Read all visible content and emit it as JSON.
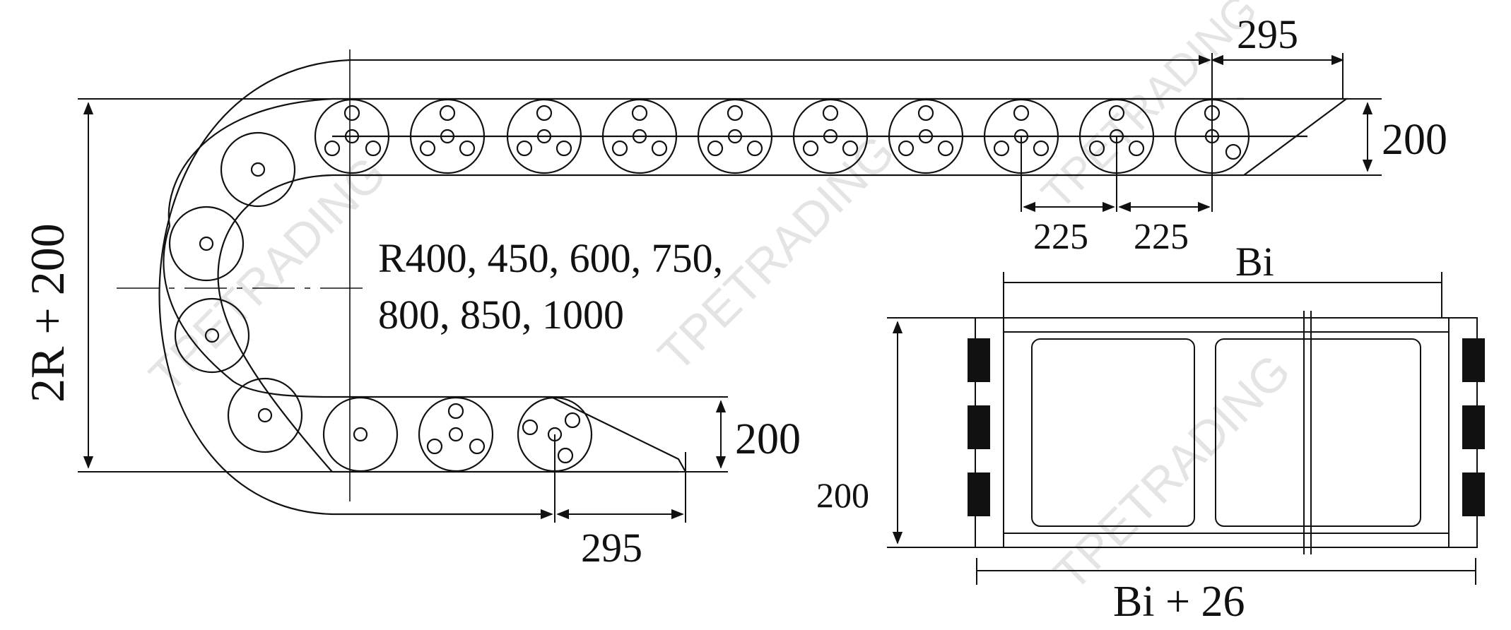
{
  "drawing": {
    "dim_top_length": "295",
    "dim_top_height": "200",
    "dim_pitch_1": "225",
    "dim_pitch_2": "225",
    "dim_total_height": "2R + 200",
    "radius_options_line1": "R400, 450, 600, 750,",
    "radius_options_line2": "800, 850, 1000",
    "dim_bottom_height": "200",
    "dim_bottom_length": "295",
    "section_inner_width": "Bi",
    "section_height": "200",
    "section_outer_width": "Bi + 26"
  },
  "watermark": "TPETRADING",
  "colors": {
    "line": "#111111",
    "watermark": "#cfcfcf",
    "background": "#ffffff"
  }
}
